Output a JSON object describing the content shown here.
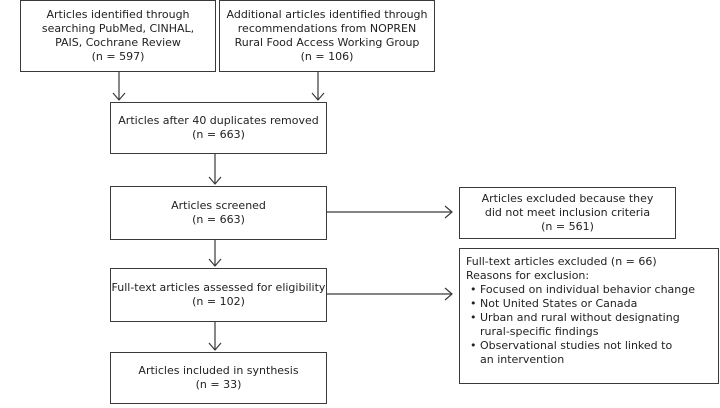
{
  "identification": {
    "database_box": {
      "lines": [
        "Articles identified through",
        "searching PubMed, CINHAL,",
        "PAIS, Cochrane Review",
        "(n = 597)"
      ]
    },
    "additional_box": {
      "lines": [
        "Additional articles identified through",
        "recommendations from NOPREN",
        "Rural Food Access Working Group",
        "(n = 106)"
      ]
    }
  },
  "duplicates_box": {
    "lines": [
      "Articles after 40 duplicates removed",
      "(n = 663)"
    ]
  },
  "screened_box": {
    "lines": [
      "Articles screened",
      "(n = 663)"
    ]
  },
  "excluded_screen_box": {
    "lines": [
      "Articles excluded because they",
      "did not meet inclusion criteria",
      "(n = 561)"
    ]
  },
  "eligibility_box": {
    "lines": [
      "Full-text articles assessed for eligibility",
      "(n = 102)"
    ]
  },
  "excluded_fulltext_box": {
    "title": "Full-text articles excluded (n = 66)",
    "reasons_heading": "Reasons for exclusion:",
    "bullet_glyph": "•",
    "reasons": [
      "Focused on individual behavior change",
      "Not United States or Canada",
      "Urban and rural without designating",
      "rural-specific findings",
      "Observational studies not linked to",
      "an intervention"
    ]
  },
  "included_box": {
    "lines": [
      "Articles included in synthesis",
      "(n = 33)"
    ]
  },
  "colors": {
    "border": "#3a3a3a",
    "arrow": "#3a3a3a",
    "text": "#222222"
  }
}
